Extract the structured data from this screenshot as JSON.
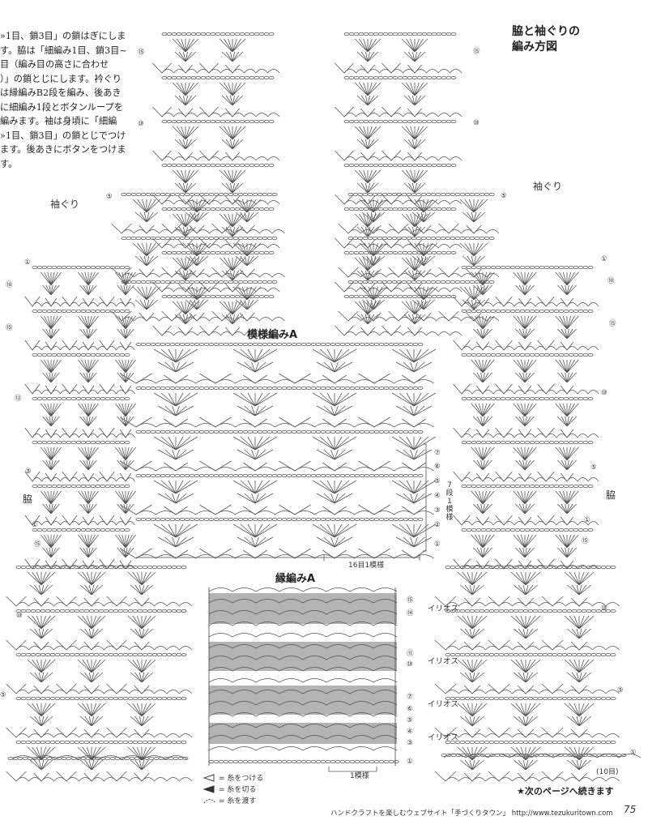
{
  "intro_text": "»1目、鎖3目」の鎖はぎにしま\nす。脇は「細編み1目、鎖3目~\n目（編み目の高さに合わせ\n）」の鎖とじにします。衿ぐり\nは縁編みB2段を編み、後あき\nに細編み1段とボタンループを\n編みます。袖は身頃に「細編\n»1目、鎖3目」の鎖とじでつけ\nます。後あきにボタンをつけま\nす。",
  "main_title": "脇と袖ぐりの\n編み方図",
  "labels": {
    "armhole_left": "袖ぐり",
    "armhole_right": "袖ぐり",
    "side_left": "脇",
    "side_right": "脇"
  },
  "pattern_a": {
    "title": "模様編みA",
    "repeat_rows": "7段1模様",
    "repeat_sts": "16目1模様",
    "rows": [
      "⑦",
      "⑥",
      "⑤",
      "④",
      "③",
      "②",
      "①"
    ]
  },
  "edging_a": {
    "title": "縁編みA",
    "repeat_sts": "1模様",
    "rows": [
      "⑮",
      "⑭",
      "⑪",
      "⑩",
      "⑦",
      "⑥",
      "⑤",
      "④",
      "③",
      "①"
    ],
    "iriosu": [
      "イリオス",
      "イリオス",
      "イリオス",
      "イリオス"
    ]
  },
  "legend": [
    "= 糸をつける",
    "= 糸を切る",
    "= 糸を渡す"
  ],
  "left_markers": [
    "⑮",
    "⑩",
    "⑤",
    "①",
    "⑱",
    "⑮",
    "⑬",
    "⑤",
    "①",
    "⑮",
    "⑩",
    "⑤"
  ],
  "right_markers": [
    "⑮",
    "⑩",
    "⑤",
    "①",
    "⑱",
    "⑮",
    "⑩",
    "⑤",
    "①",
    "⑮",
    "⑩",
    "⑤",
    "①"
  ],
  "count_label": "(10目)",
  "continue_note": "★次のページへ続きます",
  "footer": "ハンドクラフトを楽しむウェブサイト「手づくりタウン」 http://www.tezukuritown.com",
  "page_number": "75"
}
